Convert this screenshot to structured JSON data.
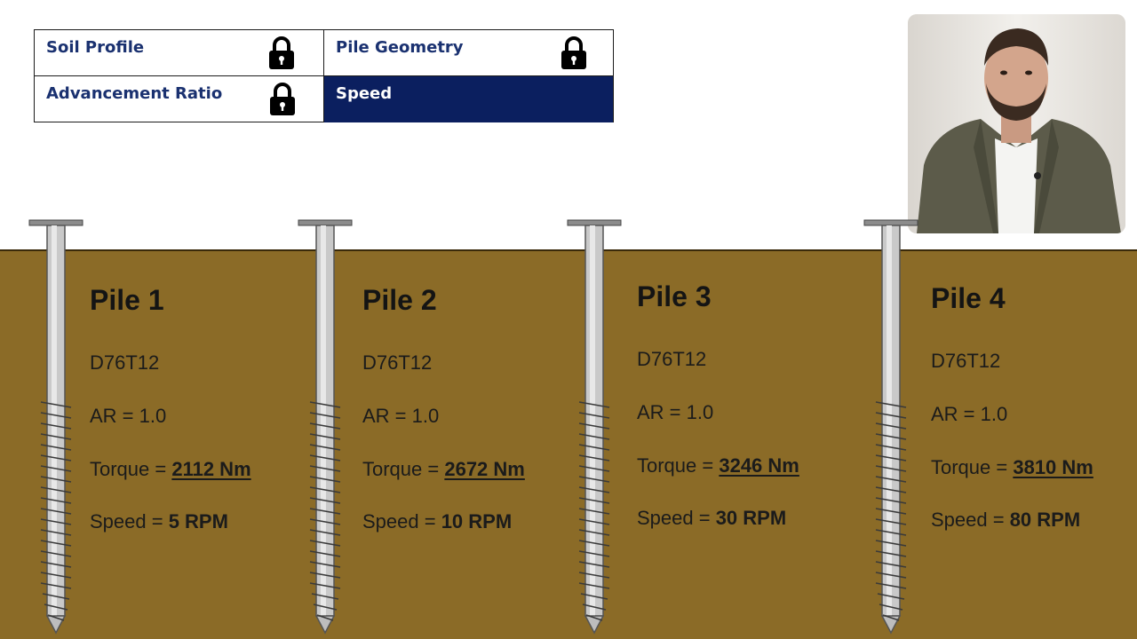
{
  "tiles": [
    {
      "label": "Soil Profile",
      "locked": true,
      "active": false
    },
    {
      "label": "Pile Geometry",
      "locked": true,
      "active": false
    },
    {
      "label": "Advancement Ratio",
      "locked": true,
      "active": false
    },
    {
      "label": "Speed",
      "locked": false,
      "active": true
    }
  ],
  "piles": [
    {
      "title": "Pile 1",
      "model": "D76T12",
      "ar_label": "AR = 1.0",
      "torque_label": "Torque = ",
      "torque_value": "2112 Nm",
      "speed_label": "Speed = ",
      "speed_value": "5 RPM"
    },
    {
      "title": "Pile 2",
      "model": "D76T12",
      "ar_label": "AR = 1.0",
      "torque_label": "Torque = ",
      "torque_value": "2672 Nm",
      "speed_label": "Speed = ",
      "speed_value": "10 RPM"
    },
    {
      "title": "Pile 3",
      "model": "D76T12",
      "ar_label": "AR = 1.0",
      "torque_label": "Torque = ",
      "torque_value": "3246 Nm",
      "speed_label": "Speed = ",
      "speed_value": "30 RPM"
    },
    {
      "title": "Pile 4",
      "model": "D76T12",
      "ar_label": "AR = 1.0",
      "torque_label": "Torque = ",
      "torque_value": "3810 Nm",
      "speed_label": "Speed = ",
      "speed_value": "80 RPM"
    }
  ],
  "colors": {
    "soil": "#8b6b27",
    "active_tile": "#0b1f5f",
    "tile_text": "#1a3170"
  }
}
